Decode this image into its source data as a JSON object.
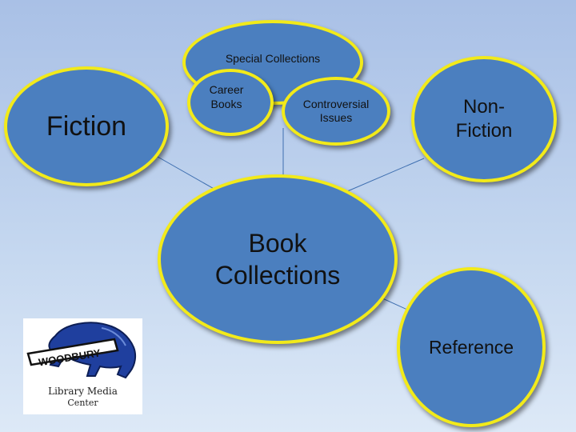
{
  "nodes": {
    "special_collections": "Special Collections",
    "fiction": "Fiction",
    "career_books": "Career\nBooks",
    "controversial_issues": "Controversial\nIssues",
    "non_fiction": "Non-\nFiction",
    "book_collections": "Book\nCollections",
    "reference": "Reference"
  },
  "logo": {
    "school_name": "WOODBURY",
    "line1": "Library Media",
    "line2": "Center"
  },
  "colors": {
    "node_fill": "#4b7fbf",
    "node_border": "#f2ea1a",
    "connector": "#3f6fb0"
  }
}
